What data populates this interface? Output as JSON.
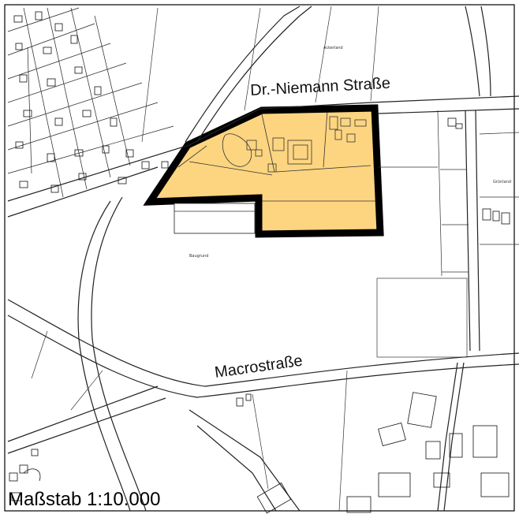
{
  "map": {
    "streets": {
      "north": "Dr.-Niemann Straße",
      "south": "Macrostraße"
    },
    "scale": "Maßstab 1:10.000",
    "field_names": {
      "north_field": "Ackerland",
      "central_field": "Baugrund",
      "east_field": "Grünland"
    },
    "colors": {
      "highlight_fill": "#fdd580",
      "boundary": "#000000",
      "background": "#ffffff"
    }
  }
}
